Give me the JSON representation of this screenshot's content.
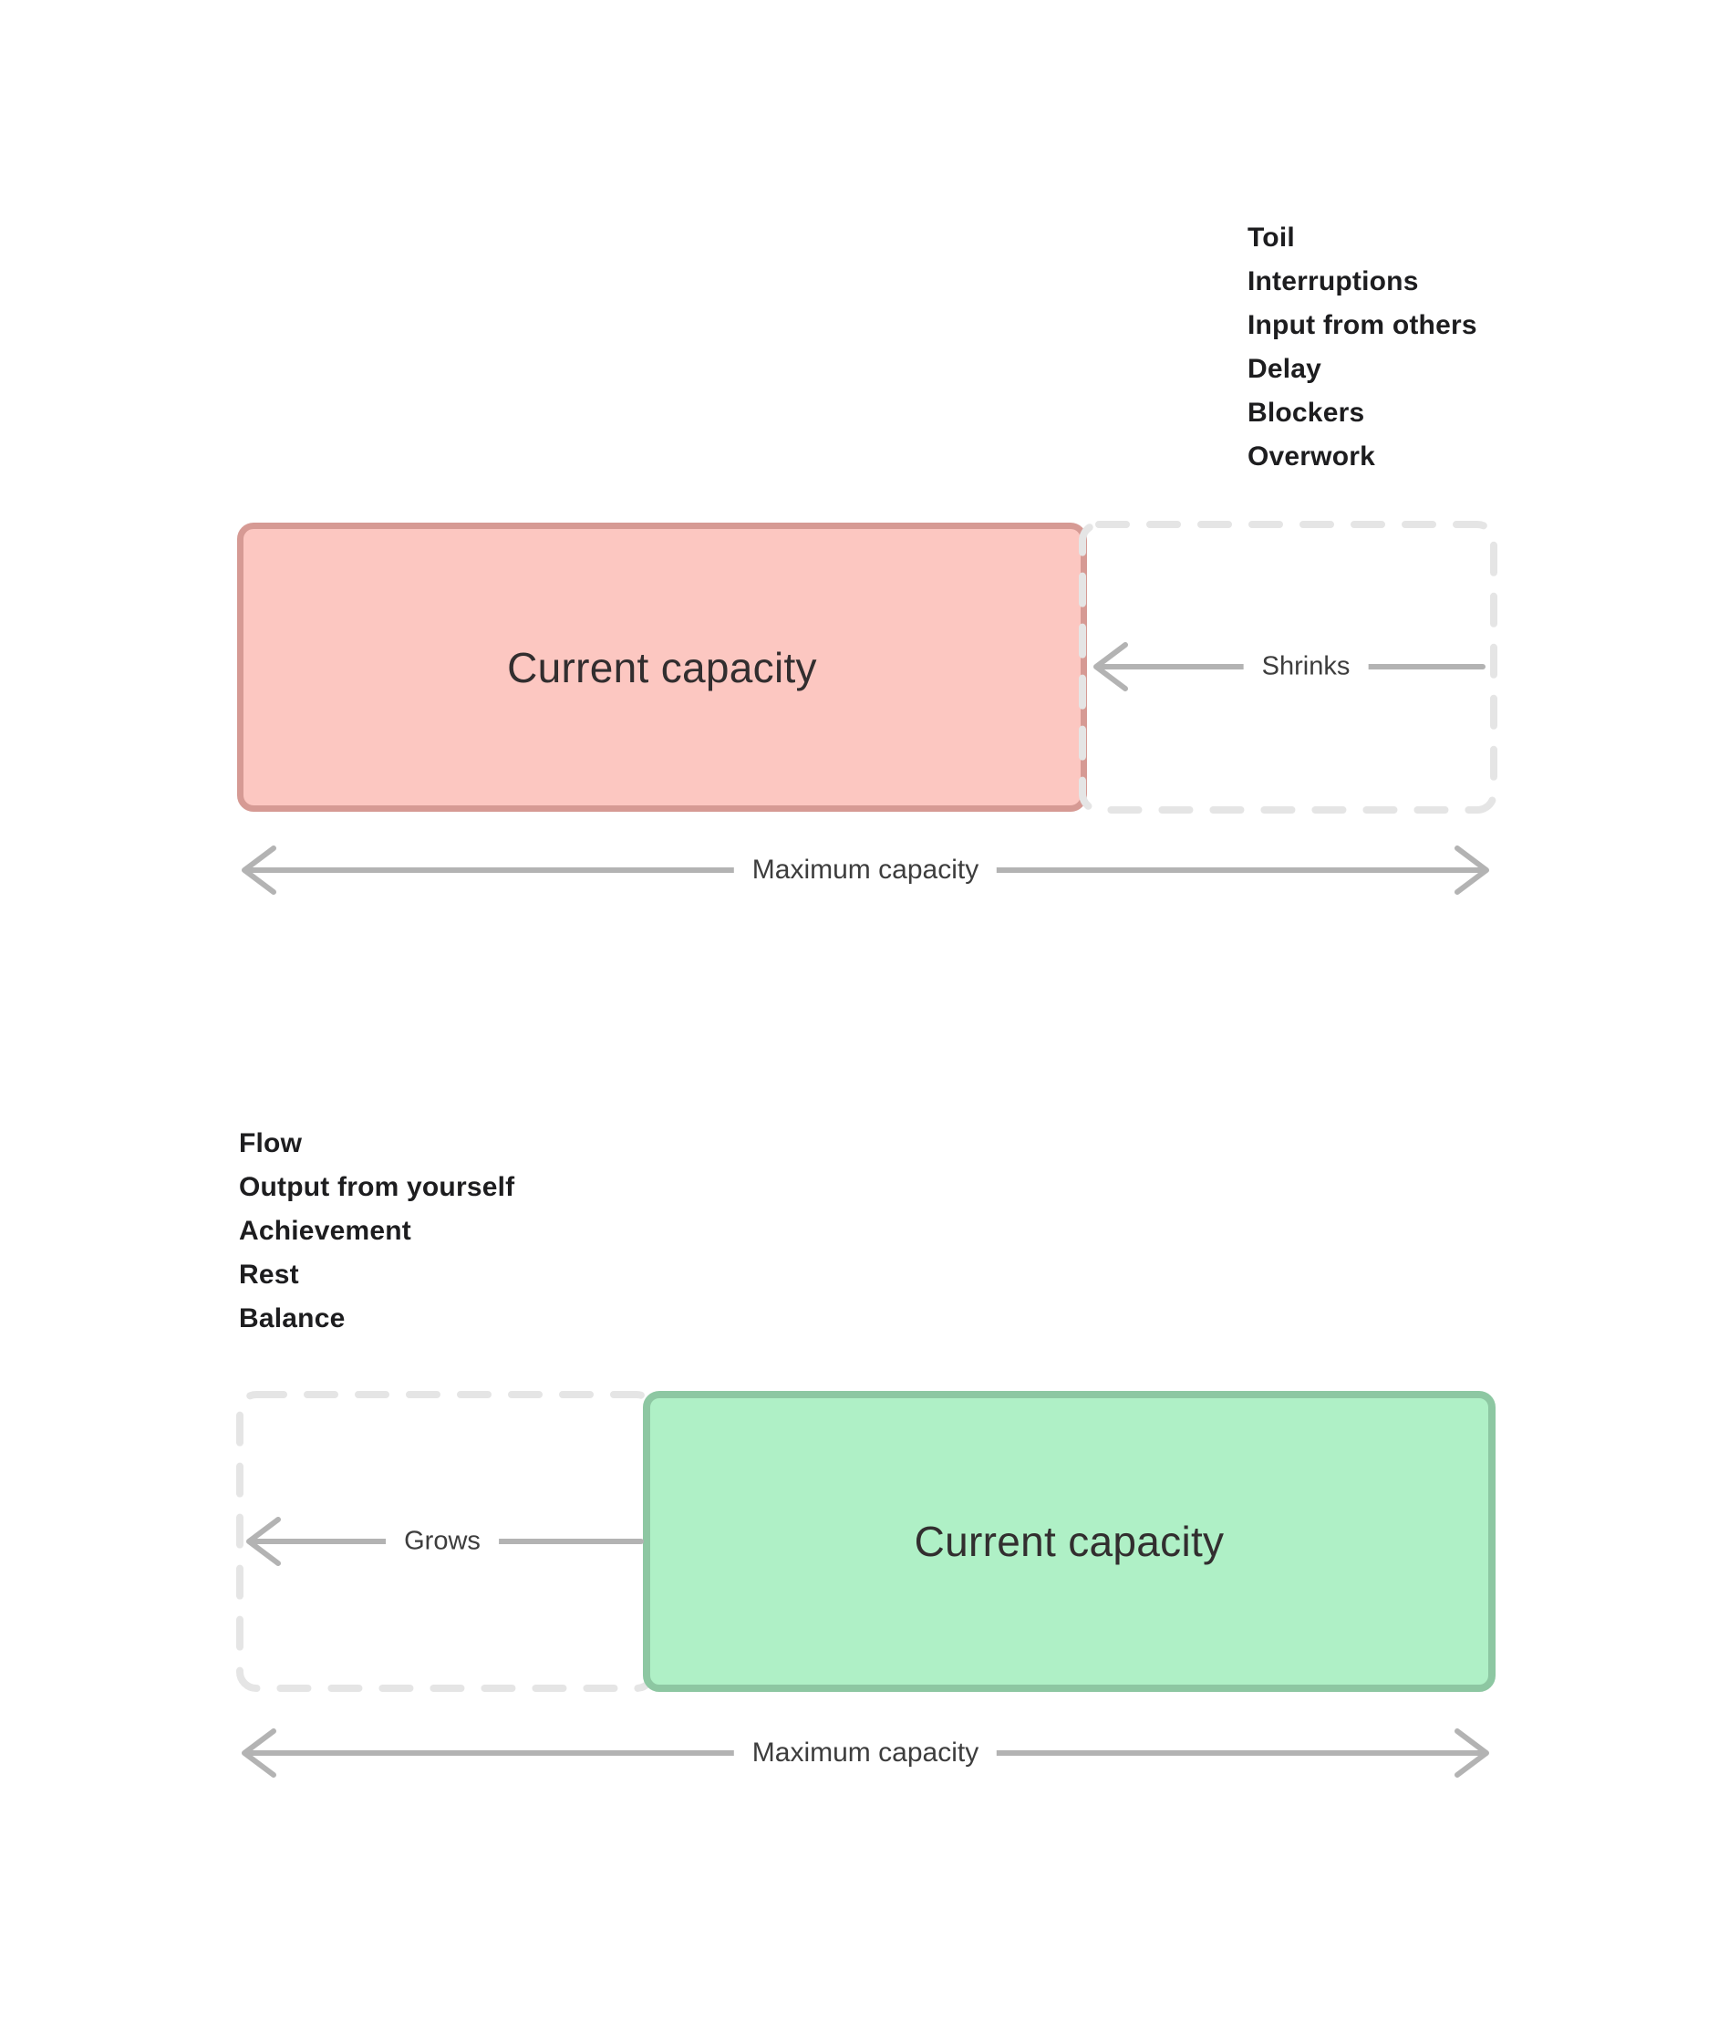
{
  "top_diagram": {
    "factors": [
      "Toil",
      "Interruptions",
      "Input from others",
      "Delay",
      "Blockers",
      "Overwork"
    ],
    "box_label": "Current capacity",
    "arrow_label": "Shrinks",
    "axis_label": "Maximum capacity"
  },
  "bottom_diagram": {
    "factors": [
      "Flow",
      "Output from yourself",
      "Achievement",
      "Rest",
      "Balance"
    ],
    "box_label": "Current capacity",
    "arrow_label": "Grows",
    "axis_label": "Maximum capacity"
  },
  "colors": {
    "shrink_fill": "#fcc7c1",
    "shrink_border": "#d69a94",
    "grow_fill": "#aff0c6",
    "grow_border": "#8dc7a2",
    "dashed_outline": "#e5e5e5",
    "arrow_gray": "#b3b3b3",
    "text_dark": "#1d1d1f",
    "label_gray": "#3d3d3d"
  }
}
